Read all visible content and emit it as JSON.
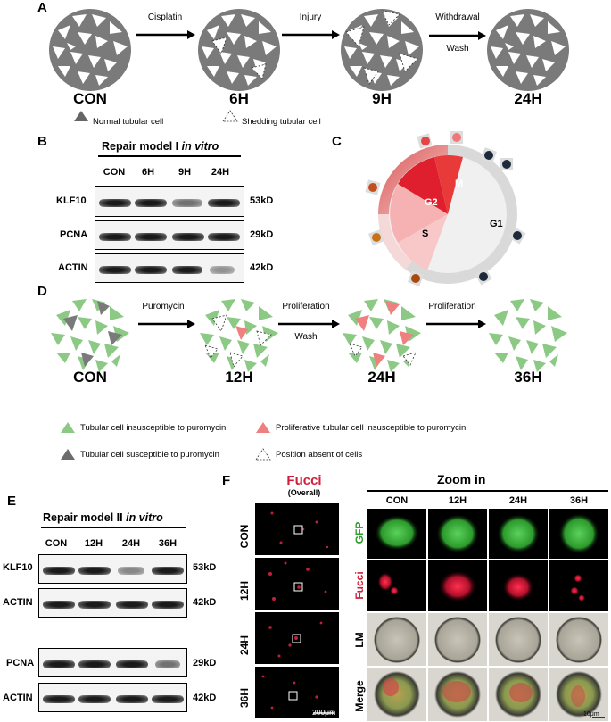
{
  "panelA": {
    "label": "A",
    "stages": [
      "CON",
      "6H",
      "9H",
      "24H"
    ],
    "arrows": [
      "Cisplatin",
      "Injury",
      "Withdrawal",
      "Wash"
    ],
    "legend": [
      "Normal tubular cell",
      "Shedding tubular cell"
    ]
  },
  "panelB": {
    "label": "B",
    "title_main": "Repair model I ",
    "title_italic": "in vitro",
    "columns": [
      "CON",
      "6H",
      "9H",
      "24H"
    ],
    "rows": [
      {
        "name": "KLF10",
        "kd": "53kD"
      },
      {
        "name": "PCNA",
        "kd": "29kD"
      },
      {
        "name": "ACTIN",
        "kd": "42kD"
      }
    ]
  },
  "panelC": {
    "label": "C",
    "phases": [
      "G2",
      "M",
      "S",
      "G1"
    ]
  },
  "panelD": {
    "label": "D",
    "stages": [
      "CON",
      "12H",
      "24H",
      "36H"
    ],
    "arrows": [
      "Puromycin",
      "Proliferation",
      "Wash",
      "Proliferation"
    ],
    "legend": [
      "Tubular cell insusceptible to puromycin",
      "Proliferative tubular cell insusceptible to puromycin",
      "Tubular cell susceptible to puromycin",
      "Position absent of cells"
    ]
  },
  "panelE": {
    "label": "E",
    "title_main": "Repair model II ",
    "title_italic": "in vitro",
    "columns": [
      "CON",
      "12H",
      "24H",
      "36H"
    ],
    "rows": [
      {
        "name": "KLF10",
        "kd": "53kD"
      },
      {
        "name": "ACTIN",
        "kd": "42kD"
      },
      {
        "name": "PCNA",
        "kd": "29kD"
      },
      {
        "name": "ACTIN",
        "kd": "42kD"
      }
    ]
  },
  "panelF": {
    "label": "F",
    "fucci_title": "Fucci",
    "fucci_sub": "(Overall)",
    "overall_rows": [
      "CON",
      "12H",
      "24H",
      "36H"
    ],
    "scale_overall": "200μm",
    "zoom_title": "Zoom in",
    "zoom_columns": [
      "CON",
      "12H",
      "24H",
      "36H"
    ],
    "zoom_rows": [
      "GFP",
      "Fucci",
      "LM",
      "Merge"
    ],
    "scale_zoom": "10μm",
    "colors": {
      "gfp": "#2a9d2a",
      "fucci": "#d01e3a"
    }
  }
}
